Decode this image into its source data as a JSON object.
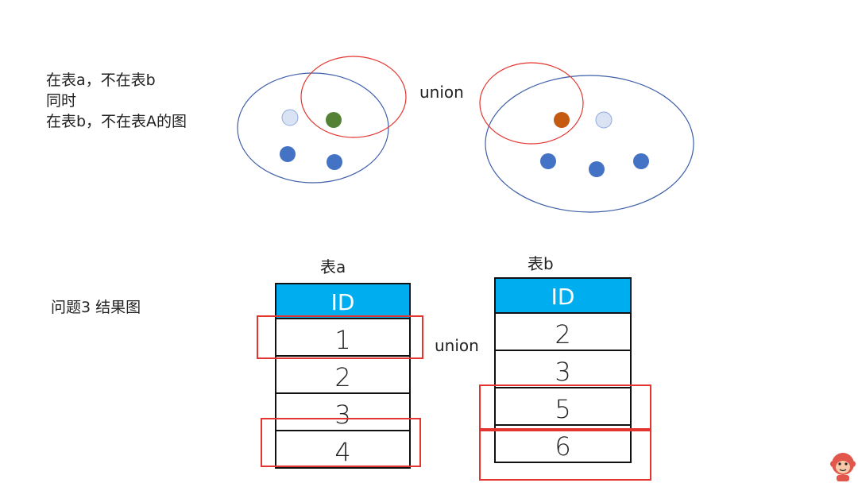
{
  "description": {
    "line1": "在表a，不在表b",
    "line2": "同时",
    "line3": "在表b，不在表A的图"
  },
  "union_label_top": "union",
  "question_label": "问题3  结果图",
  "union_label_bottom": "union",
  "table_a": {
    "title": "表a",
    "header": "ID",
    "rows": [
      "1",
      "2",
      "3",
      "4"
    ]
  },
  "table_b": {
    "title": "表b",
    "header": "ID",
    "rows": [
      "2",
      "3",
      "5",
      "6"
    ]
  },
  "colors": {
    "blue_outline": "#3e5fa8",
    "red_outline": "#e3342f",
    "blue_dot": "#4472c4",
    "light_dot": "#dae3f3",
    "green_dot": "#548235",
    "orange_dot": "#c55a11",
    "table_header": "#00aeef"
  }
}
